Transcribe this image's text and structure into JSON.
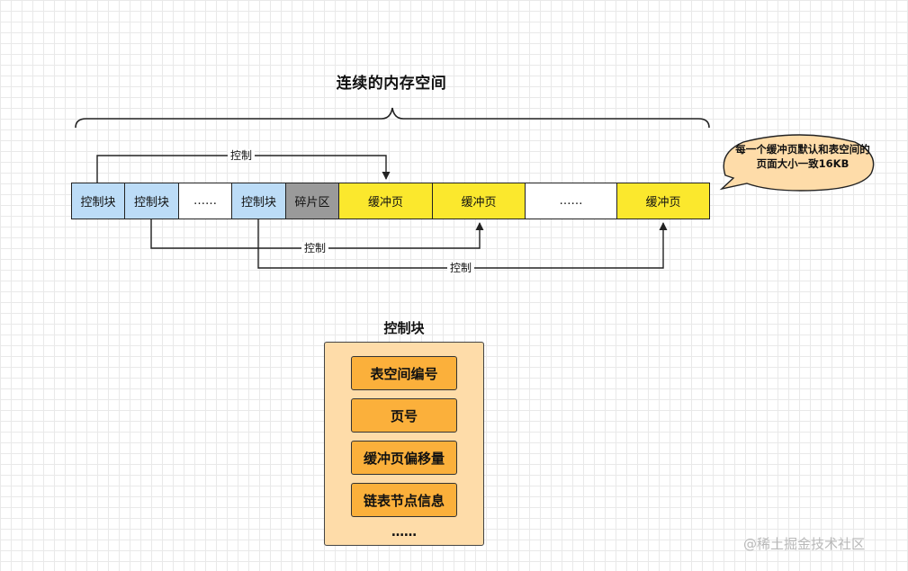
{
  "title": "连续的内存空间",
  "strip": [
    {
      "label": "控制块",
      "kind": "control"
    },
    {
      "label": "控制块",
      "kind": "control"
    },
    {
      "label": "……",
      "kind": "ellipsis"
    },
    {
      "label": "控制块",
      "kind": "control"
    },
    {
      "label": "碎片区",
      "kind": "fragment"
    },
    {
      "label": "缓冲页",
      "kind": "page"
    },
    {
      "label": "缓冲页",
      "kind": "page"
    },
    {
      "label": "……",
      "kind": "ellipsis"
    },
    {
      "label": "缓冲页",
      "kind": "page"
    }
  ],
  "arrows": [
    {
      "label": "控制",
      "from": 0,
      "to": 5
    },
    {
      "label": "控制",
      "from": 1,
      "to": 6
    },
    {
      "label": "控制",
      "from": 3,
      "to": 8
    }
  ],
  "callout": "每一个缓冲页默认和表空间的页面大小一致16KB",
  "control_block": {
    "title": "控制块",
    "fields": [
      "表空间编号",
      "页号",
      "缓冲页偏移量",
      "链表节点信息"
    ],
    "more": "……"
  },
  "watermark": "@稀土掘金技术社区",
  "colors": {
    "control": "#bcdcf7",
    "fragment": "#9a9a9a",
    "page": "#fbe82d",
    "ellipsis": "#ffffff",
    "field": "#fbb03b",
    "panel": "#fedca9",
    "callout": "#fedca9"
  }
}
